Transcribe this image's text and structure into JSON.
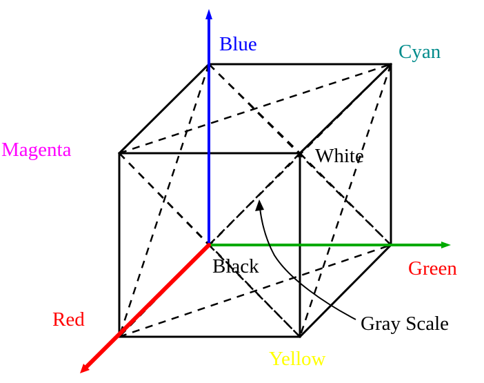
{
  "labels": {
    "blue": "Blue",
    "cyan": "Cyan",
    "magenta": "Magenta",
    "white": "White",
    "black": "Black",
    "green": "Green",
    "red": "Red",
    "gray_scale": "Gray Scale",
    "yellow": "Yellow"
  },
  "colors": {
    "background": "#ffffff",
    "edges": "#000000",
    "blue_axis": "#0000ff",
    "green_axis": "#00aa00",
    "red_axis": "#ff0000",
    "blue_label": "#0000ff",
    "cyan_label": "#008b8b",
    "magenta_label": "#ff00ff",
    "green_label": "#ff0000",
    "red_label": "#ff0000",
    "yellow_label": "#ffff00",
    "black_label": "#000000",
    "white_label": "#000000",
    "gray_scale_label": "#000000"
  }
}
